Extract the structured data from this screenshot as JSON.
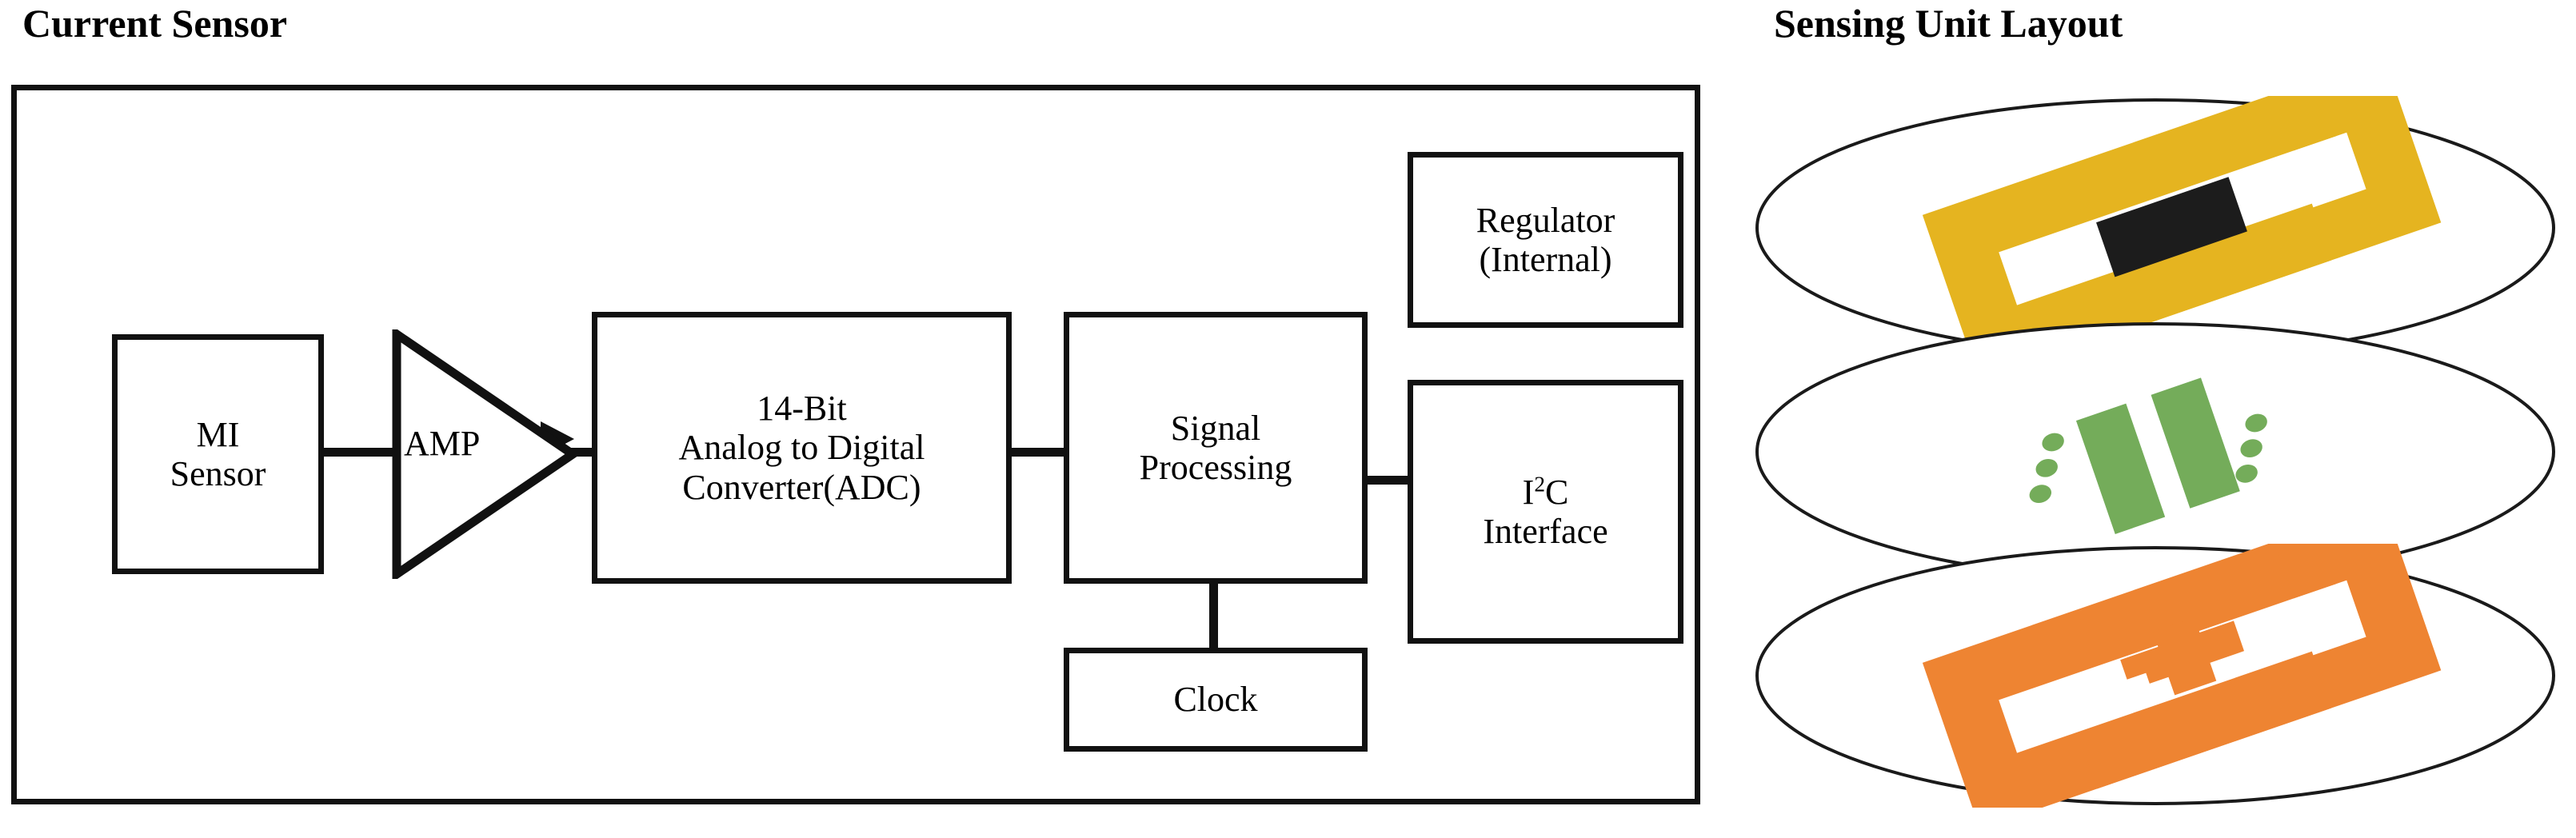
{
  "titles": {
    "left_panel": "Current Sensor",
    "right_panel": "Sensing Unit Layout"
  },
  "block_diagram": {
    "blocks": [
      {
        "id": "mi-sensor",
        "lines": [
          "MI",
          "Sensor"
        ]
      },
      {
        "id": "amp",
        "lines": [
          "AMP"
        ]
      },
      {
        "id": "adc",
        "lines": [
          "14-Bit",
          "Analog to Digital",
          "Converter(ADC)"
        ]
      },
      {
        "id": "signal-processing",
        "lines": [
          "Signal",
          "Processing"
        ]
      },
      {
        "id": "regulator",
        "lines": [
          "Regulator",
          "(Internal)"
        ]
      },
      {
        "id": "i2c-interface",
        "lines": [
          "I",
          "2",
          "C",
          "Interface"
        ]
      },
      {
        "id": "clock",
        "lines": [
          "Clock"
        ]
      }
    ],
    "labels": {
      "mi_sensor_l1": "MI",
      "mi_sensor_l2": "Sensor",
      "amp": "AMP",
      "adc_l1": "14-Bit",
      "adc_l2": "Analog to Digital",
      "adc_l3": "Converter(ADC)",
      "signal_proc_l1": "Signal",
      "signal_proc_l2": "Processing",
      "regulator_l1": "Regulator",
      "regulator_l2": "(Internal)",
      "i2c_l1_base": "I",
      "i2c_l1_sup": "2",
      "i2c_l1_tail": "C",
      "i2c_l2": "Interface",
      "clock": "Clock"
    },
    "connections": [
      {
        "from": "mi-sensor",
        "to": "amp",
        "type": "line"
      },
      {
        "from": "amp",
        "to": "adc",
        "type": "arrow"
      },
      {
        "from": "adc",
        "to": "signal-processing",
        "type": "line"
      },
      {
        "from": "signal-processing",
        "to": "i2c-interface",
        "type": "line"
      },
      {
        "from": "signal-processing",
        "to": "clock",
        "type": "line"
      }
    ]
  },
  "sensing_unit": {
    "layers": [
      {
        "id": "top-layer",
        "coil_color": "#E5B420",
        "core_color": "#1C1C1C",
        "core_shape": "rectangle"
      },
      {
        "id": "middle-layer",
        "coil_color": "#74AC5A",
        "core_color": "#74AC5A",
        "core_shape": "bars-and-dots"
      },
      {
        "id": "bottom-layer",
        "coil_color": "#EE8432",
        "core_color": "#EE8432",
        "core_shape": "cross"
      }
    ],
    "ellipse_stroke": "#1A1A1A"
  },
  "colors": {
    "stroke": "#111111",
    "gold": "#E5B420",
    "green": "#74AC5A",
    "orange": "#EE8432",
    "black_core": "#1C1C1C",
    "background": "#FFFFFF"
  }
}
